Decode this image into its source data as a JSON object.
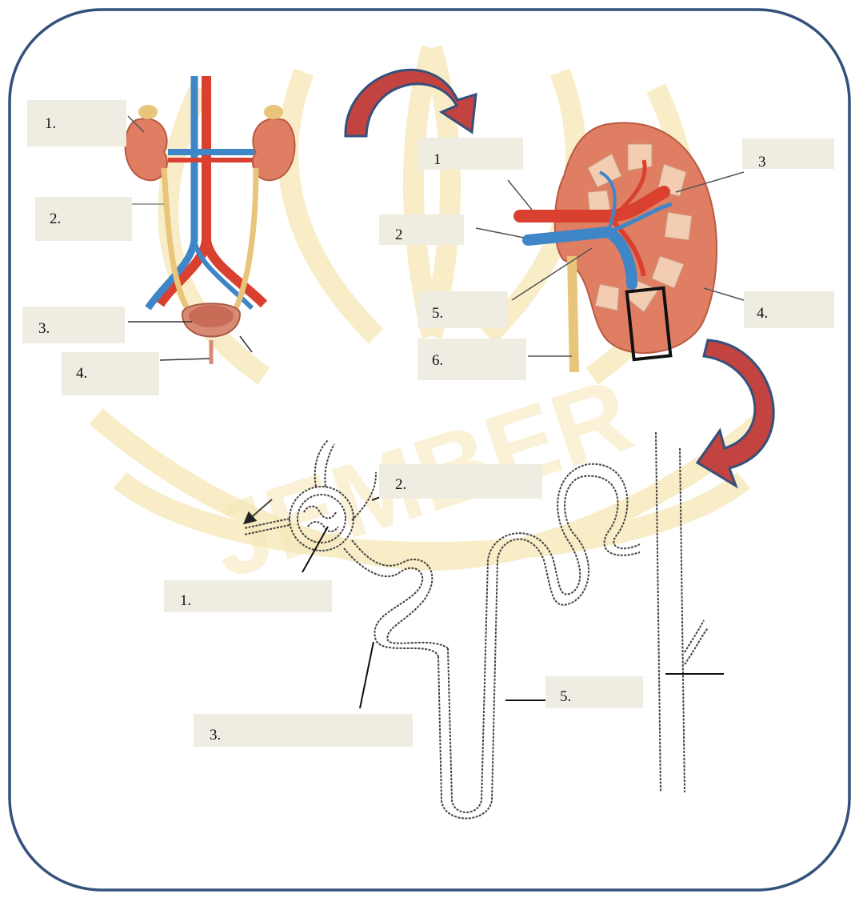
{
  "watermark": {
    "text": "JEMBER",
    "color": "#f6e7b5"
  },
  "colors": {
    "frame": "#34507d",
    "label_bg": "#efece1",
    "arrow": "#c2433f",
    "artery": "#d9402f",
    "vein": "#3f86c9",
    "kidney": "#df7e63",
    "ureter": "#e8c57a"
  },
  "urinary_system": {
    "labels": [
      "1.",
      "2.",
      "3.",
      "4."
    ]
  },
  "kidney_section": {
    "labels": [
      "1",
      "2",
      "3",
      "4.",
      "5.",
      "6."
    ]
  },
  "nephron": {
    "labels": [
      "1.",
      "2.",
      "3.",
      "5."
    ]
  },
  "arrows": [
    "curved-arrow-to-kidney-section",
    "curved-arrow-to-nephron"
  ]
}
